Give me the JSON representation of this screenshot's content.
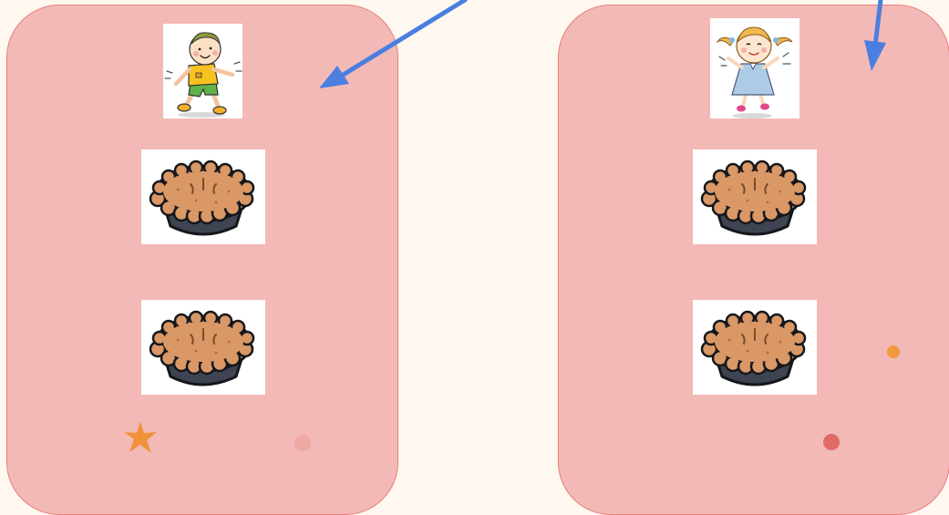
{
  "scene": {
    "groups": [
      {
        "child": "boy",
        "items": [
          "pie",
          "pie"
        ]
      },
      {
        "child": "girl",
        "items": [
          "pie",
          "pie"
        ]
      }
    ],
    "arrow_color": "#4a7fe0",
    "panel_color": "#f3b9b6",
    "panel_border_color": "#e87f76",
    "background_color": "#fff8f1",
    "pie_crust_color": "#d99866",
    "pie_tin_color": "#3f4452"
  }
}
